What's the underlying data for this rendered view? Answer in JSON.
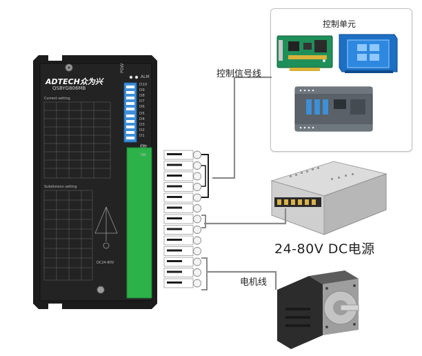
{
  "control_box": {
    "title": "控制单元"
  },
  "labels": {
    "control_signal": "控制信号线",
    "power_supply": "24-80V DC电源",
    "motor_wire": "电机线"
  },
  "driver": {
    "brand": "ADTECH众为兴",
    "model": "QSBYG806MB",
    "pow": "POW",
    "alm": "ALM",
    "dip_labels": [
      "D10",
      "D9",
      "D8",
      "D7",
      "D6",
      "D5",
      "D4",
      "D3",
      "D2",
      "D1"
    ],
    "current_setting": "Current setting",
    "subdivision_setting": "Subdivision setting",
    "off": "OFF",
    "on": "ON",
    "voltage": "DC24-80V"
  },
  "colors": {
    "driver_body": "#1c1c1c",
    "terminal_green": "#2db24a",
    "dip_blue": "#3f8fd8",
    "wire_gray": "#8a8a8a",
    "wire_black": "#1a1a1a"
  }
}
